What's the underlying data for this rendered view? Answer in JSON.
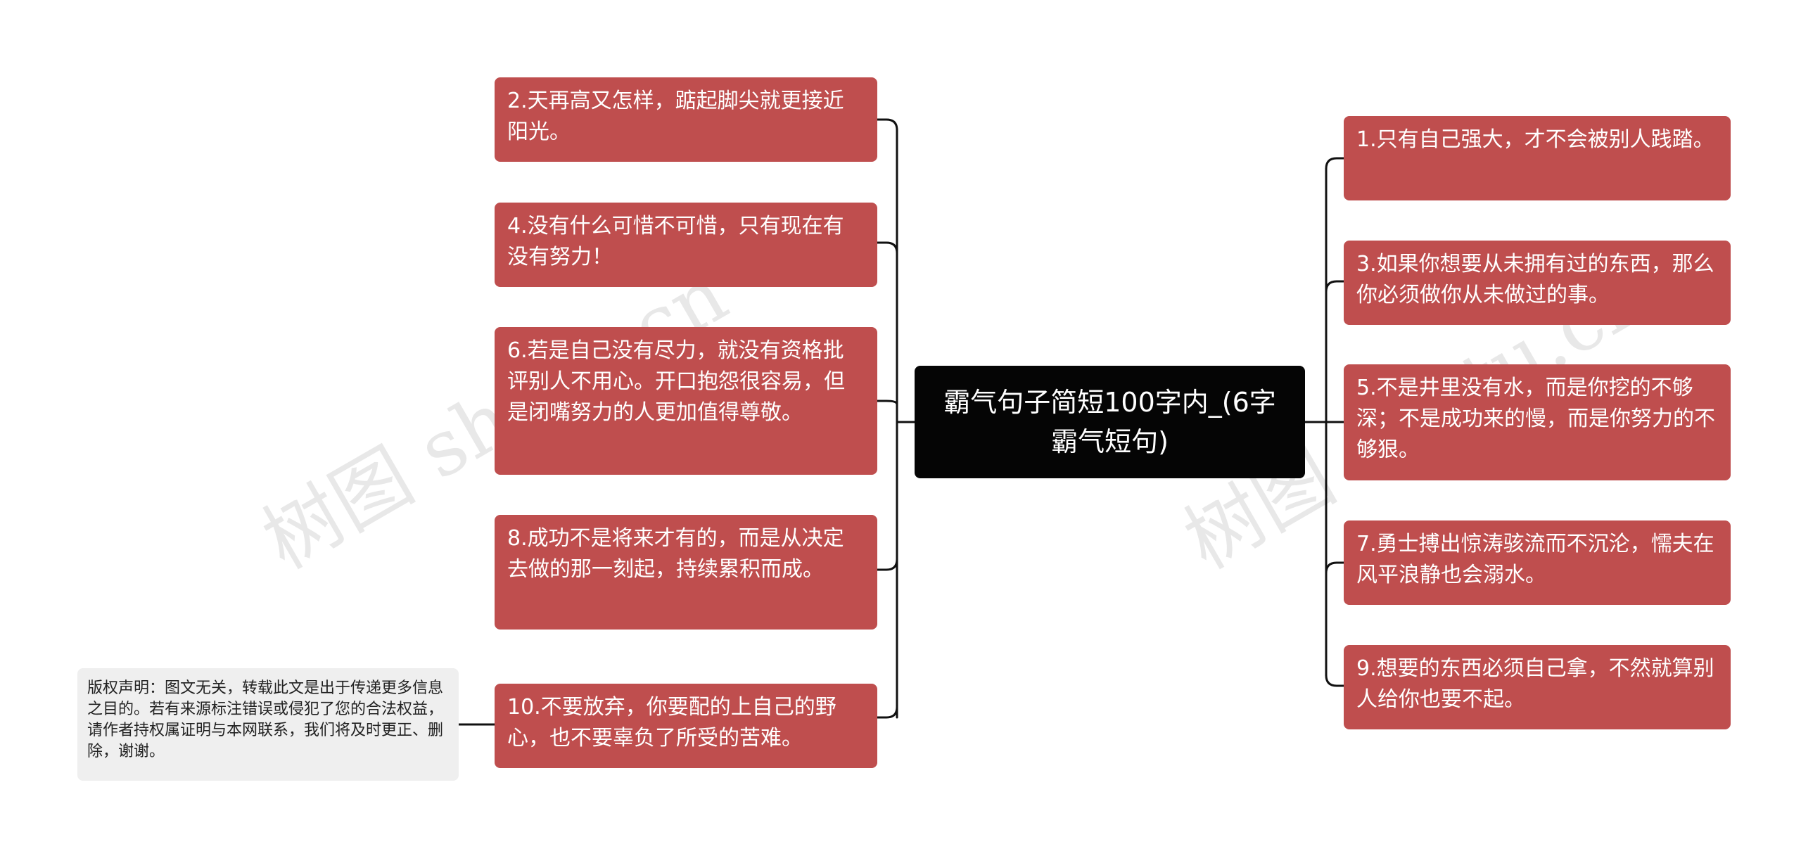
{
  "center": {
    "title": "霸气句子简短100字内_(6字霸气短句)"
  },
  "left_nodes": [
    {
      "text": "2.天再高又怎样，踮起脚尖就更接近阳光。"
    },
    {
      "text": "4.没有什么可惜不可惜，只有现在有没有努力！"
    },
    {
      "text": "6.若是自己没有尽力，就没有资格批评别人不用心。开口抱怨很容易，但是闭嘴努力的人更加值得尊敬。"
    },
    {
      "text": "8.成功不是将来才有的，而是从决定去做的那一刻起，持续累积而成。"
    },
    {
      "text": "10.不要放弃，你要配的上自己的野心，也不要辜负了所受的苦难。"
    }
  ],
  "right_nodes": [
    {
      "text": "1.只有自己强大，才不会被别人践踏。"
    },
    {
      "text": "3.如果你想要从未拥有过的东西，那么你必须做你从未做过的事。"
    },
    {
      "text": "5.不是井里没有水，而是你挖的不够深；不是成功来的慢，而是你努力的不够狠。"
    },
    {
      "text": "7.勇士搏出惊涛骇流而不沉沦，懦夫在风平浪静也会溺水。"
    },
    {
      "text": "9.想要的东西必须自己拿，不然就算别人给你也要不起。"
    }
  ],
  "copyright_note": {
    "text": "版权声明：图文无关，转载此文是出于传递更多信息之目的。若有来源标注错误或侵犯了您的合法权益，请作者持权属证明与本网联系，我们将及时更正、删除，谢谢。"
  },
  "watermarks": [
    "树图 shutu.cn",
    "树图 shutu.cn"
  ],
  "colors": {
    "node": "#bf4e4e",
    "center": "#050505",
    "line": "#111111",
    "note": "#efefef"
  }
}
